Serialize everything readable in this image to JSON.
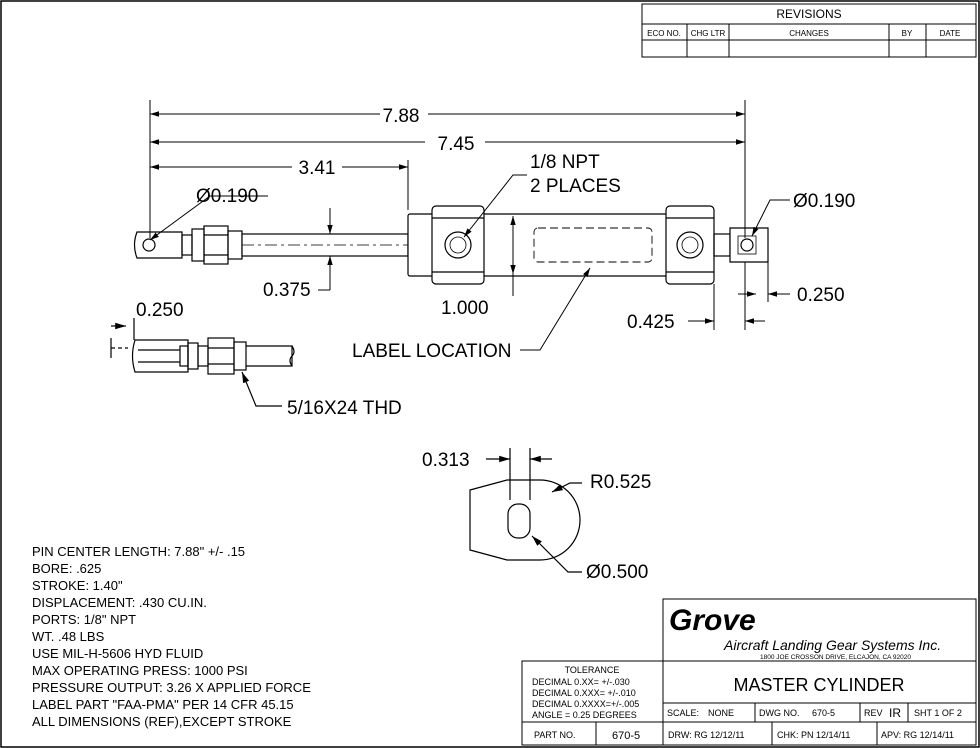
{
  "revisions": {
    "title": "REVISIONS",
    "columns": [
      "ECO NO.",
      "CHG LTR",
      "CHANGES",
      "BY",
      "DATE"
    ]
  },
  "dimensions": {
    "overall_length": "7.88",
    "pin_to_pin": "7.45",
    "rod_length": "3.41",
    "left_pin_dia": "Ø0.190",
    "right_pin_dia": "Ø0.190",
    "npt_note": [
      "1/8 NPT",
      "2 PLACES"
    ],
    "rod_dia": "0.375",
    "body_dia": "1.000",
    "end_offset": "0.425",
    "right_slot": "0.250",
    "left_slot": "0.250",
    "label_location": "LABEL LOCATION",
    "thread": "5/16X24 THD",
    "eye_width": "0.313",
    "eye_radius": "R0.525",
    "eye_dia": "Ø0.500"
  },
  "notes": [
    "PIN CENTER LENGTH: 7.88\" +/- .15",
    "BORE: .625",
    "STROKE: 1.40\"",
    "DISPLACEMENT: .430 CU.IN.",
    "PORTS: 1/8\" NPT",
    "WT. .48 LBS",
    "USE MIL-H-5606 HYD FLUID",
    "MAX OPERATING PRESS: 1000 PSI",
    "PRESSURE OUTPUT: 3.26 X APPLIED FORCE",
    "LABEL PART \"FAA-PMA\" PER 14 CFR 45.15",
    "ALL DIMENSIONS (REF),EXCEPT STROKE"
  ],
  "title_block": {
    "company": "Grove",
    "company_sub": "Aircraft Landing Gear Systems Inc.",
    "address": "1800 JOE CROSSON DRIVE, ELCAJON, CA 92020",
    "title": "MASTER CYLINDER",
    "tolerance_title": "TOLERANCE",
    "tolerance_lines": [
      "DECIMAL 0.XX=  +/-.030",
      "DECIMAL 0.XXX= +/-.010",
      "DECIMAL 0.XXXX=+/-.005",
      "ANGLE = 0.25 DEGREES"
    ],
    "scale_label": "SCALE:",
    "scale_value": "NONE",
    "dwg_label": "DWG  NO.",
    "dwg_value": "670-5",
    "rev_label": "REV",
    "rev_value": "IR",
    "sheet_text": "SHT  1  OF  2",
    "part_label": "PART  NO.",
    "part_value": "670-5",
    "drw": "DRW: RG 12/12/11",
    "chk": "CHK: PN 12/14/11",
    "apv": "APV: RG 12/14/11"
  }
}
